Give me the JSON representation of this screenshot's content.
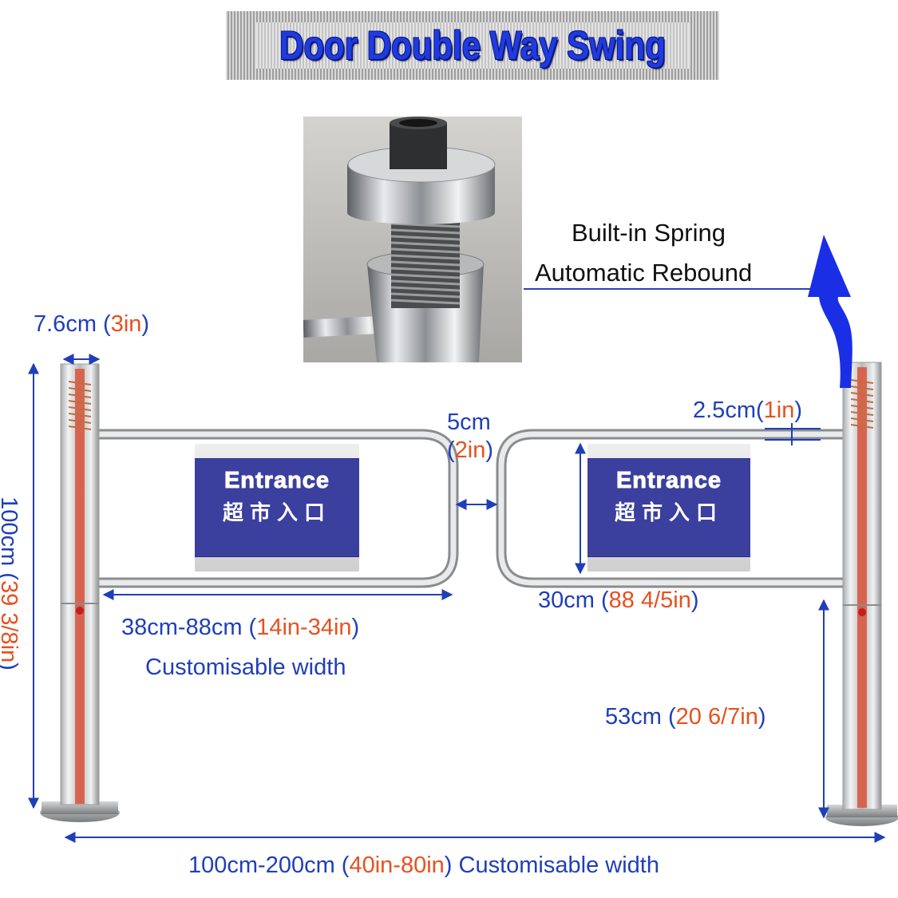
{
  "title": "Door Double Way Swing",
  "callout": {
    "line1": "Built-in Spring",
    "line2": "Automatic Rebound"
  },
  "signs": [
    {
      "en": "Entrance",
      "cn": "超市入口"
    },
    {
      "en": "Entrance",
      "cn": "超市入口"
    }
  ],
  "dimensions": {
    "post_diameter": {
      "metric": "7.6cm",
      "imperial": "3in"
    },
    "height": {
      "metric": "100cm",
      "imperial": "39 3/8in"
    },
    "gap": {
      "metric": "5cm",
      "imperial": "2in"
    },
    "tube": {
      "metric": "2.5cm",
      "imperial": "1in"
    },
    "arm_height": {
      "metric": "30cm",
      "imperial": "88 4/5in"
    },
    "arm_width": {
      "metric": "38cm-88cm",
      "imperial": "14in-34in",
      "note": "Customisable width"
    },
    "arm_elevation": {
      "metric": "53cm",
      "imperial": "20 6/7in"
    },
    "overall_width": {
      "metric": "100cm-200cm",
      "imperial": "40in-80in",
      "note": "Customisable width"
    }
  },
  "colors": {
    "dimension_blue": "#1f3fb8",
    "imperial_orange": "#e8501f",
    "title_blue": "#1f3be0",
    "sign_blue": "#3b3f9d",
    "arrow_blue": "#1a2ee6"
  }
}
